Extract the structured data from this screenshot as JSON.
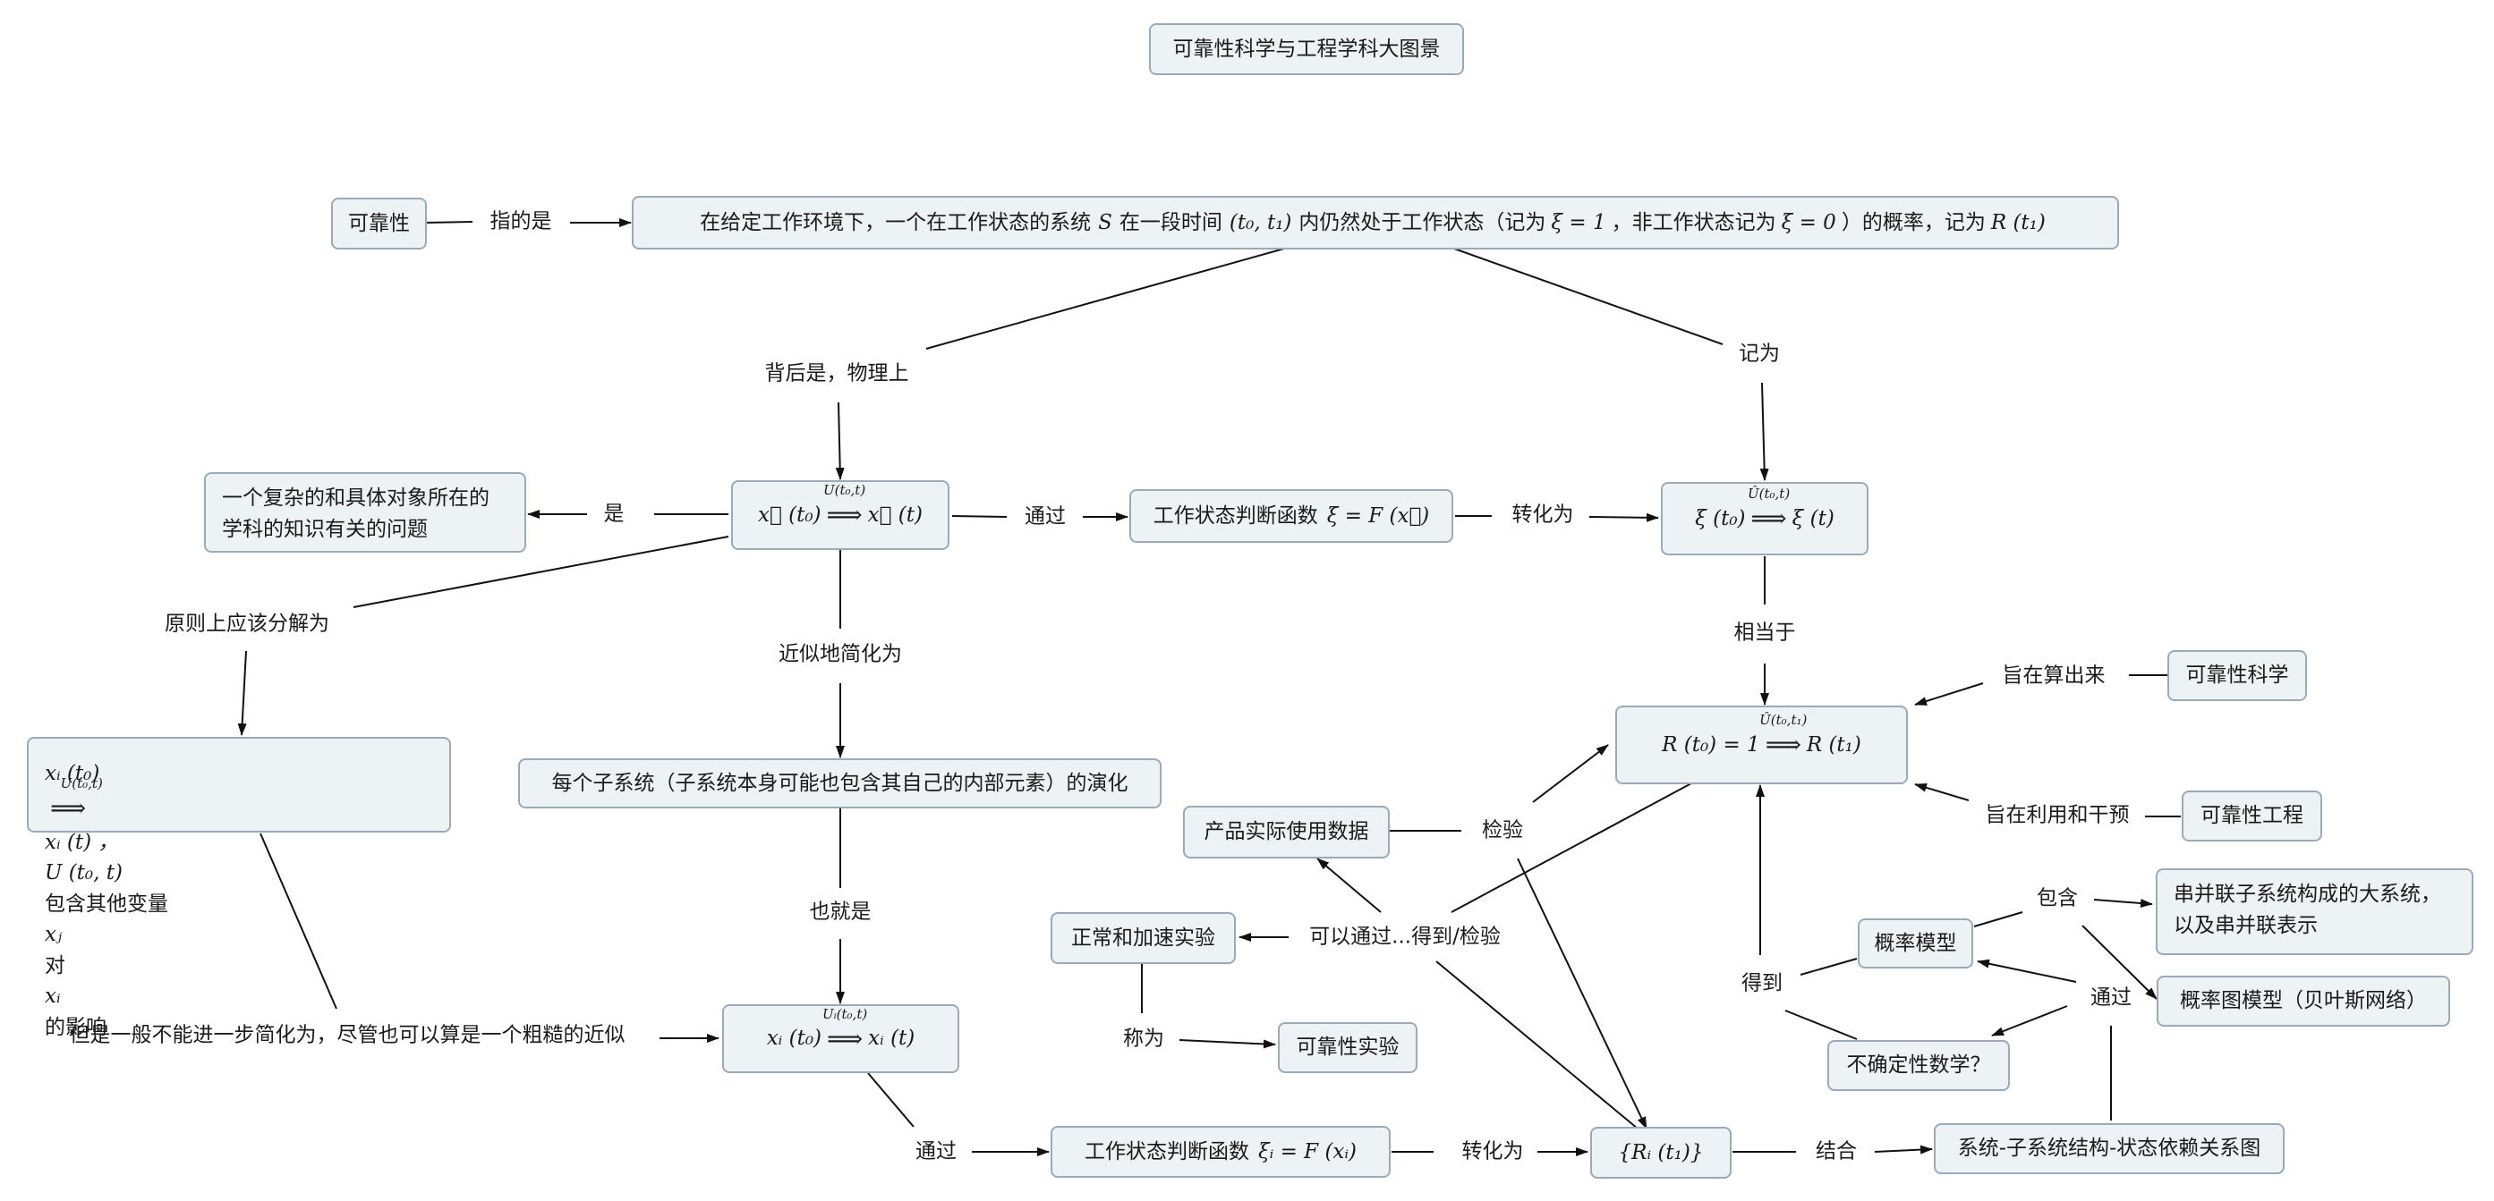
{
  "title": "可靠性科学与工程学科大图景",
  "nodes": {
    "reliability": "可靠性",
    "definition": {
      "text1": "在给定工作环境下，一个在工作状态的系统",
      "var_s": "S",
      "text2": "在一段时间",
      "interval": "(t₀, t₁)",
      "text3": "内仍然处于工作状态（记为",
      "xi1": "ξ = 1",
      "text4": "，非工作状态记为",
      "xi0": "ξ = 0",
      "text5": "）的概率，记为",
      "r": "R (t₁)"
    },
    "evolution": {
      "lhs": "x⃗ (t₀)",
      "op": "U(t₀,t)",
      "rhs": "x⃗ (t)"
    },
    "complex_problem": {
      "line1": "一个复杂的和具体对象所在的",
      "line2": "学科的知识有关的问题"
    },
    "judge_fn": {
      "text": "工作状态判断函数",
      "expr": "ξ = F (x⃗)"
    },
    "xi_evolution": {
      "lhs": "ξ (t₀)",
      "op": "Û(t₀,t)",
      "rhs": "ξ (t)"
    },
    "decomp": {
      "lhs": "xᵢ (t₀)",
      "op": "U(t₀,t)",
      "rhs": "xᵢ (t) ，",
      "l2a": "U (t₀, t)",
      "l2b": "包含其他变量",
      "l2c": "xⱼ",
      "l2d": "对",
      "l2e": "xᵢ",
      "l2f": "的影响"
    },
    "subsystem": "每个子系统（子系统本身可能也包含其自己的内部元素）的演化",
    "reliability_eq": {
      "lhs": "R (t₀) = 1",
      "op": "Û(t₀,t₁)",
      "rhs": "R (t₁)"
    },
    "rel_science": "可靠性科学",
    "rel_engineering": "可靠性工程",
    "product_data": "产品实际使用数据",
    "normal_test": "正常和加速实验",
    "rel_test": "可靠性实验",
    "prob_model": "概率模型",
    "series_parallel": {
      "line1": "串并联子系统构成的大系统，",
      "line2": "以及串并联表示"
    },
    "bayes": "概率图模型（贝叶斯网络）",
    "uncertain": "不确定性数学？",
    "sub_evolution": {
      "lhs": "xᵢ (t₀)",
      "op": "Uᵢ(t₀,t)",
      "rhs": "xᵢ (t)"
    },
    "judge_fn_i": {
      "text": "工作状态判断函数",
      "expr": "ξᵢ = F (xᵢ)"
    },
    "ri_set": "{Rᵢ (t₁)}",
    "sys_graph": "系统-子系统结构-状态依赖关系图"
  },
  "labels": {
    "refers_to": "指的是",
    "physically": "背后是，物理上",
    "denoted": "记为",
    "is": "是",
    "via1": "通过",
    "convert1": "转化为",
    "equivalent": "相当于",
    "in_principle": "原则上应该分解为",
    "approx": "近似地简化为",
    "aim_compute": "旨在算出来",
    "aim_use": "旨在利用和干预",
    "check": "检验",
    "that_is": "也就是",
    "obtain_check": "可以通过...得到/检验",
    "include": "包含",
    "called": "称为",
    "obtain": "得到",
    "via2": "通过",
    "but": "但是一般不能进一步简化为，尽管也可以算是一个粗糙的近似",
    "via3": "通过",
    "convert2": "转化为",
    "combine": "结合"
  }
}
